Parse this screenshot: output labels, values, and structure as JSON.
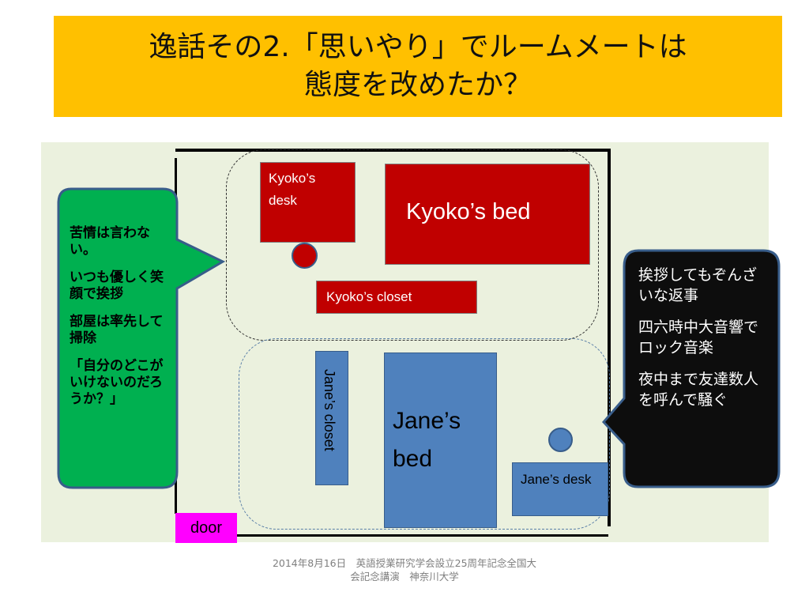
{
  "title": "逸話その2.「思いやり」でルームメートは\n態度を改めたか？",
  "floorplan": {
    "kyoko_desk": "Kyoko’s desk",
    "kyoko_bed": "Kyoko’s bed",
    "kyoko_closet": "Kyoko’s closet",
    "jane_closet": "Jane’s closet",
    "jane_bed": "Jane’s bed",
    "jane_desk": "Jane’s desk",
    "door": "door"
  },
  "left_callout": {
    "color": "#00b050",
    "items": [
      "苦情は言わない。",
      "いつも優しく笑顔で挨拶",
      "部屋は率先して掃除",
      "「自分のどこがいけないのだろうか？」"
    ]
  },
  "right_callout": {
    "color": "#0d0d0d",
    "items": [
      "挨拶してもぞんざいな返事",
      "四六時中大音響でロック音楽",
      "夜中まで友達数人を呼んで騒ぐ"
    ]
  },
  "footer": "2014年8月16日　英語授業研究学会設立25周年記念全国大会記念講演　神奈川大学"
}
